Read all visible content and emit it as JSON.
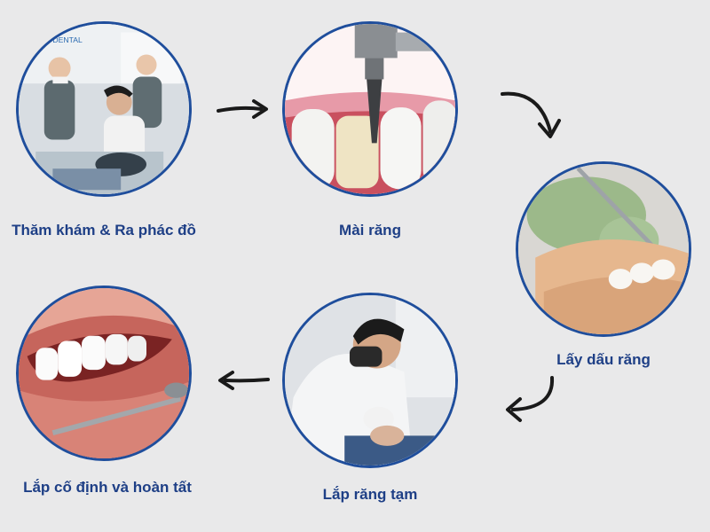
{
  "steps": [
    {
      "label": "Thăm khám & Ra phác đồ",
      "icon": "dental-consultation-photo"
    },
    {
      "label": "Mài răng",
      "icon": "tooth-grinding-photo"
    },
    {
      "label": "Lấy dấu răng",
      "icon": "dental-impression-photo"
    },
    {
      "label": "Lắp răng tạm",
      "icon": "temporary-tooth-fitting-photo"
    },
    {
      "label": "Lắp cố định và hoàn tất",
      "icon": "finished-smile-photo"
    }
  ],
  "logo_text": "DENTAL",
  "colors": {
    "border": "#1f4e9c",
    "label": "#1e3f86",
    "arrow": "#1a1a1a",
    "background": "#e9e9ea"
  }
}
